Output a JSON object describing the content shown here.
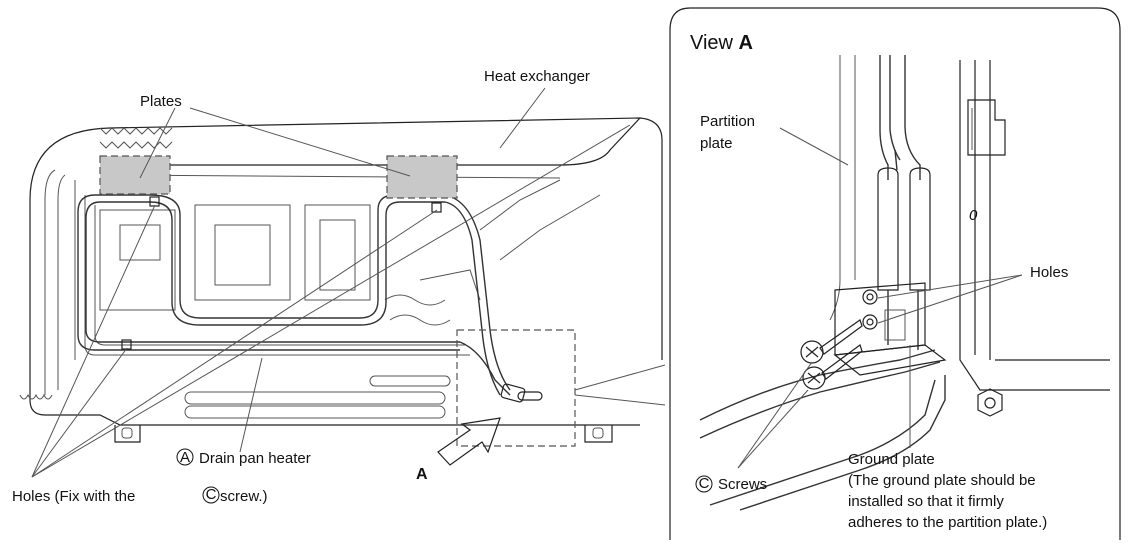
{
  "left_view": {
    "plates_label": "Plates",
    "heat_exchanger_label": "Heat exchanger",
    "drain_heater_marker": "A",
    "drain_heater_label": "Drain pan heater",
    "holes_label_prefix": "Holes (Fix with the ",
    "holes_marker": "C",
    "holes_label_suffix": " screw.)",
    "view_arrow_label": "A"
  },
  "view_a": {
    "title_prefix": "View ",
    "title_bold": "A",
    "partition_line1": "Partition",
    "partition_line2": "plate",
    "holes_label": "Holes",
    "screws_marker": "C",
    "screws_label": "Screws",
    "ground_plate_label": "Ground plate",
    "note_line1": "(The ground plate should be",
    "note_line2": "installed so that it firmly",
    "note_line3": "adheres to the partition plate.)",
    "bracket_mark": "0"
  }
}
